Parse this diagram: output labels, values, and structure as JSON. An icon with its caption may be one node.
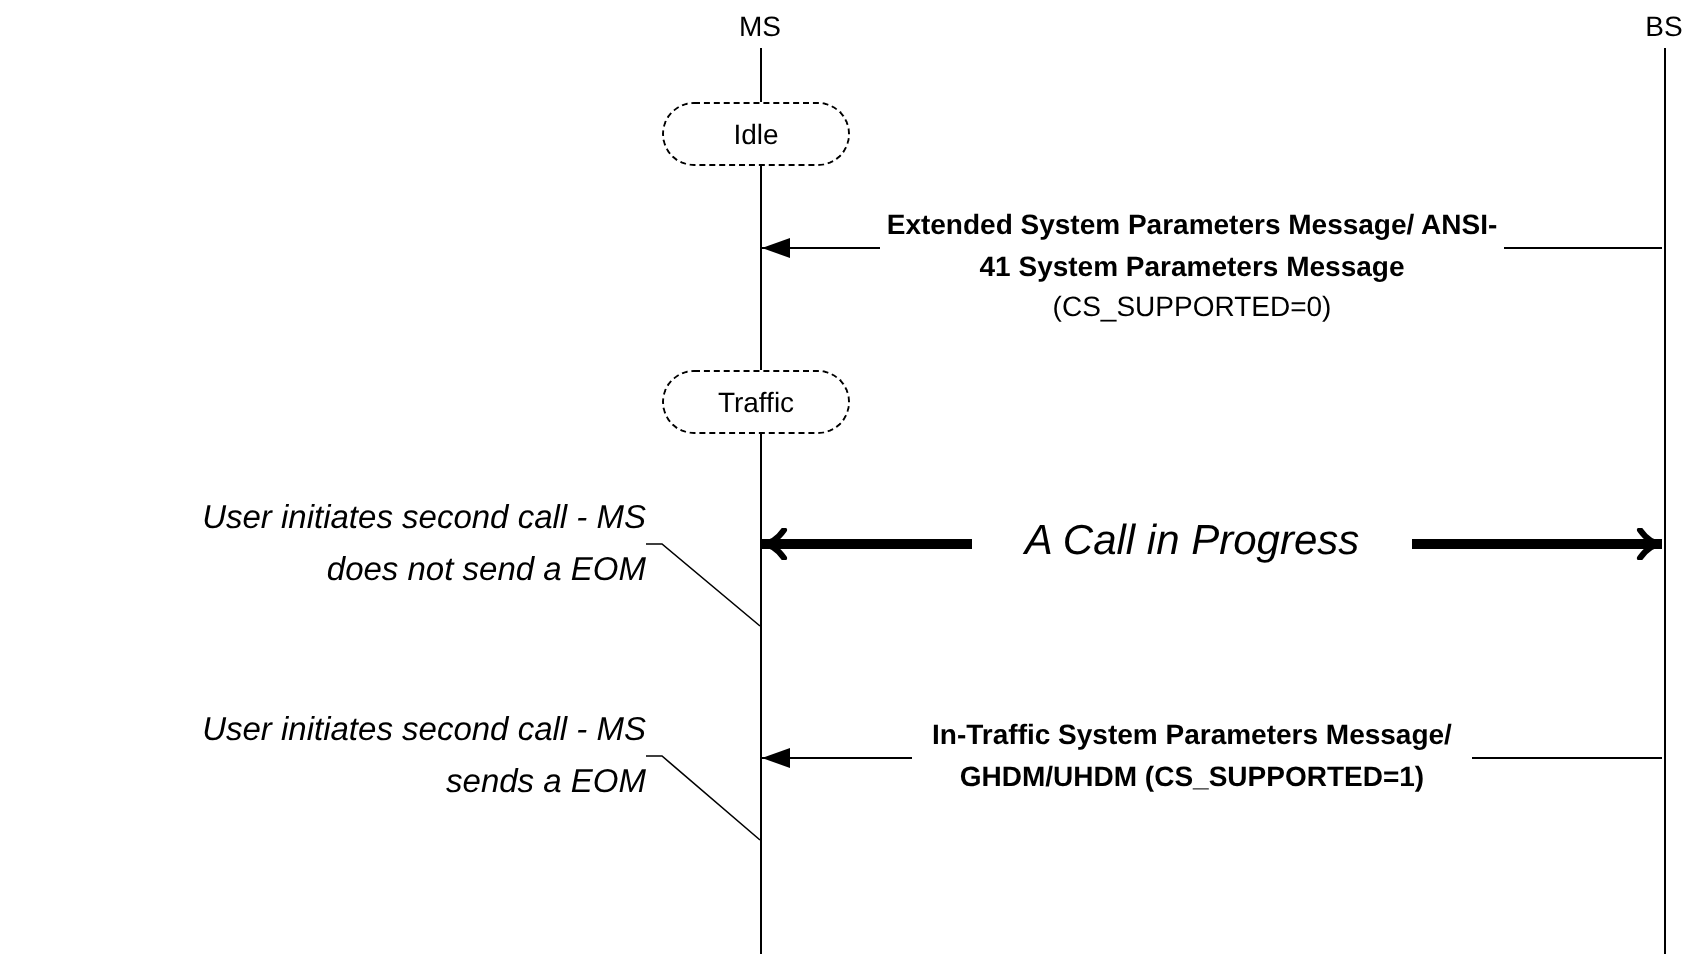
{
  "diagram": {
    "nodes": [
      {
        "text": [
          "MS"
        ]
      },
      {
        "text": [
          "BS"
        ]
      },
      {
        "text": [
          "Idle"
        ]
      },
      {
        "text": [
          "Traffic"
        ]
      },
      {
        "text": [
          "User initiates second call - MS does not send a EOM"
        ]
      },
      {
        "text": [
          "User initiates second call - MS sends a EOM"
        ]
      }
    ],
    "edges": [
      {
        "from": 1,
        "to": 0,
        "arrow": "to",
        "label": "Extended System Parameters Message/ ANSI-41 System Parameters Message"
      },
      {
        "from": 0,
        "to": 1,
        "arrow": "both",
        "style": "thick",
        "label": "A Call in Progress"
      },
      {
        "from": 1,
        "to": 0,
        "arrow": "to",
        "label": "In-Traffic System Parameters Message/ GHDM/UHDM (CS_SUPPORTED=1)"
      },
      {
        "from": 4,
        "to": 0,
        "arrow": "none"
      },
      {
        "from": 5,
        "to": 0,
        "arrow": "none"
      }
    ],
    "labels": [
      "(CS_SUPPORTED=0)"
    ]
  }
}
